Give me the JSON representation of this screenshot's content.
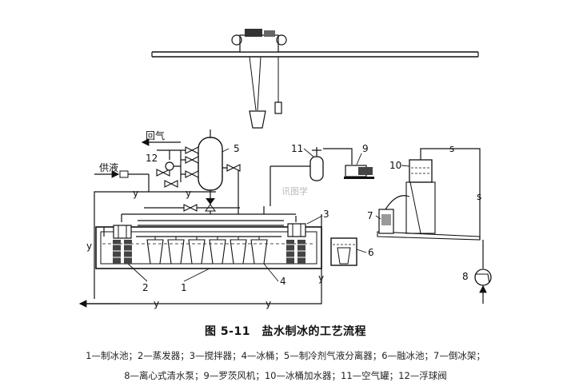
{
  "labels": {
    "return_gas": "回气",
    "supply_liquid": "供液",
    "y": "y",
    "s": "s",
    "n1": "1",
    "n2": "2",
    "n3": "3",
    "n4": "4",
    "n5": "5",
    "n6": "6",
    "n7": "7",
    "n8": "8",
    "n9": "9",
    "n10": "10",
    "n11": "11",
    "n12": "12"
  },
  "caption": "图 5-11　盐水制冰的工艺流程",
  "legend_line1": "1—制冰池；2—蒸发器；3—搅拌器；4—冰桶；5—制冷剂气液分离器；6—融冰池；7—倒冰架；",
  "legend_line2": "8—离心式清水泵；9—罗茨风机；10—冰桶加水器；11—空气罐；12—浮球阀"
}
